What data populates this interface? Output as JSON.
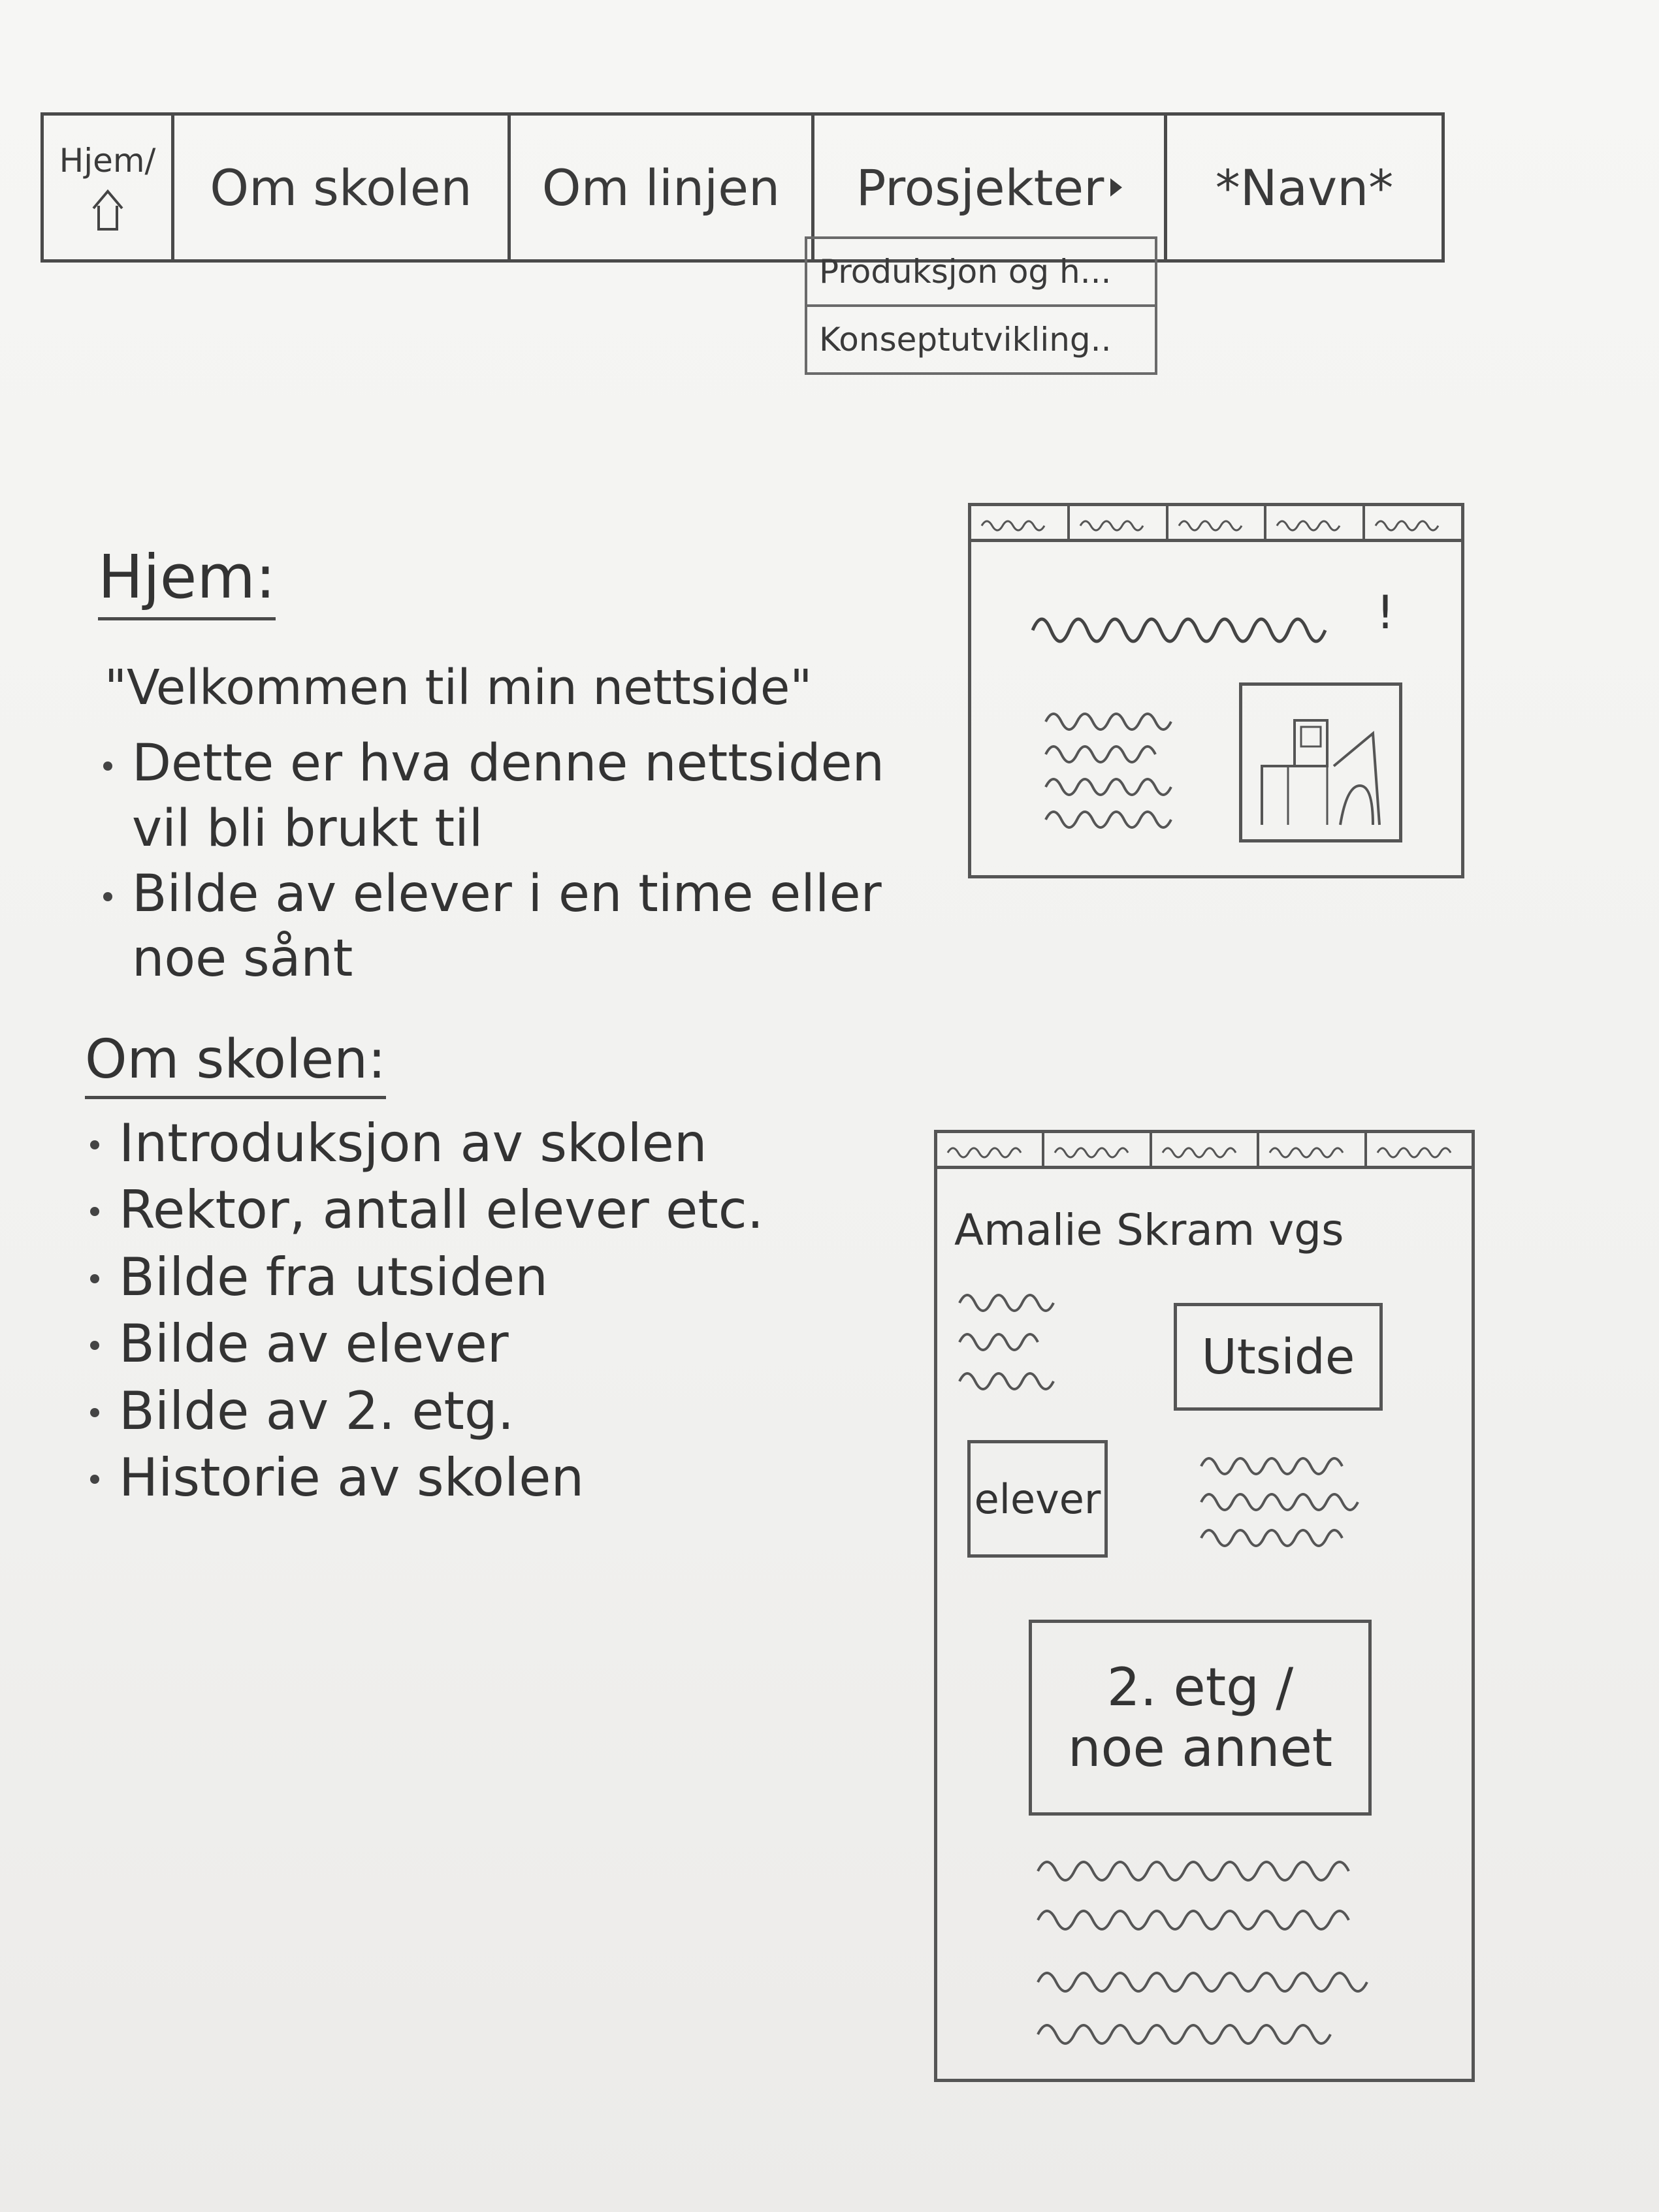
{
  "nav": {
    "home_label": "Hjem/",
    "items": [
      "Om skolen",
      "Om linjen",
      "Prosjekter",
      "*Navn*"
    ],
    "dropdown": [
      "Produksjon og h...",
      "Konseptutvikling.."
    ]
  },
  "home_section": {
    "heading": "Hjem:",
    "quote": "\"Velkommen til min nettside\"",
    "bullets": [
      "Dette er hva denne nettsiden vil bli brukt til",
      "Bilde av elever i en time eller noe sånt"
    ],
    "wireframe_title": "!"
  },
  "skolen_section": {
    "heading": "Om skolen:",
    "bullets": [
      "Introduksjon av skolen",
      "Rektor, antall elever etc.",
      "Bilde fra utsiden",
      "Bilde av elever",
      "Bilde av 2. etg.",
      "Historie av skolen"
    ],
    "wireframe_title": "Amalie Skram vgs",
    "box_utside": "Utside",
    "box_elever": "elever",
    "box_etg_line1": "2. etg /",
    "box_etg_line2": "noe annet"
  },
  "icons": {
    "home": "house-icon",
    "dropdown_arrow": "triangle-right-icon"
  }
}
